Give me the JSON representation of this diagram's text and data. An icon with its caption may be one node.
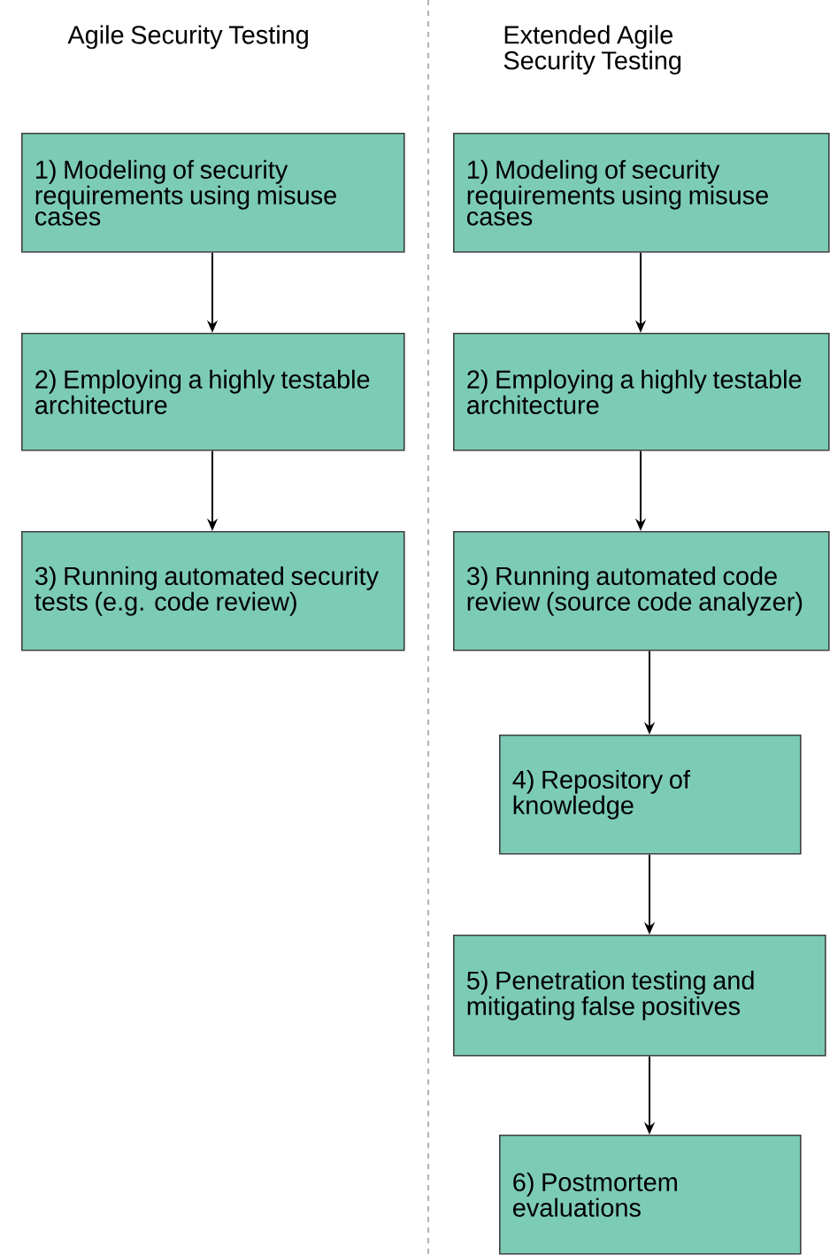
{
  "diagram": {
    "nodes": [
      {
        "text": [
          "1) Modeling of security requirements using misuse cases"
        ]
      },
      {
        "text": [
          "2) Employing a highly testable architecture"
        ]
      },
      {
        "text": [
          "3) Running automated security tests (e.g. code review)"
        ]
      },
      {
        "text": [
          "1) Modeling of security requirements using misuse cases"
        ]
      },
      {
        "text": [
          "2) Employing a highly testable architecture"
        ]
      },
      {
        "text": [
          "3) Running automated code review (source code analyzer)"
        ]
      },
      {
        "text": [
          "4) Repository of knowledge"
        ]
      },
      {
        "text": [
          "5) Penetration testing and mitigating false positives"
        ]
      },
      {
        "text": [
          "6) Postmortem evaluations"
        ]
      }
    ],
    "edges": [
      {
        "from": 0,
        "to": 1,
        "arrow": "to"
      },
      {
        "from": 1,
        "to": 2,
        "arrow": "to"
      },
      {
        "from": 3,
        "to": 4,
        "arrow": "to"
      },
      {
        "from": 4,
        "to": 5,
        "arrow": "to"
      },
      {
        "from": 5,
        "to": 6,
        "arrow": "to"
      },
      {
        "from": 6,
        "to": 7,
        "arrow": "to"
      },
      {
        "from": 7,
        "to": 8,
        "arrow": "to"
      }
    ],
    "labels": [
      "Agile Security Testing",
      "Extended Agile Security Testing"
    ]
  }
}
